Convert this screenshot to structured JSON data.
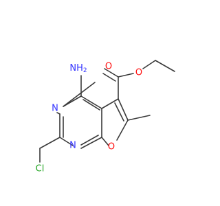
{
  "molecule": {
    "atoms": {
      "amino": "NH",
      "amino_sub": "2",
      "ring_n1": "N",
      "ring_n2": "N",
      "furan_o": "O",
      "carbonyl_o": "O",
      "ester_o": "O",
      "chlorine": "Cl"
    },
    "colors": {
      "nitrogen": "#3333ff",
      "oxygen": "#ff0d0d",
      "chlorine": "#1fa31f",
      "carbon_bond": "#3a3a3a"
    }
  }
}
